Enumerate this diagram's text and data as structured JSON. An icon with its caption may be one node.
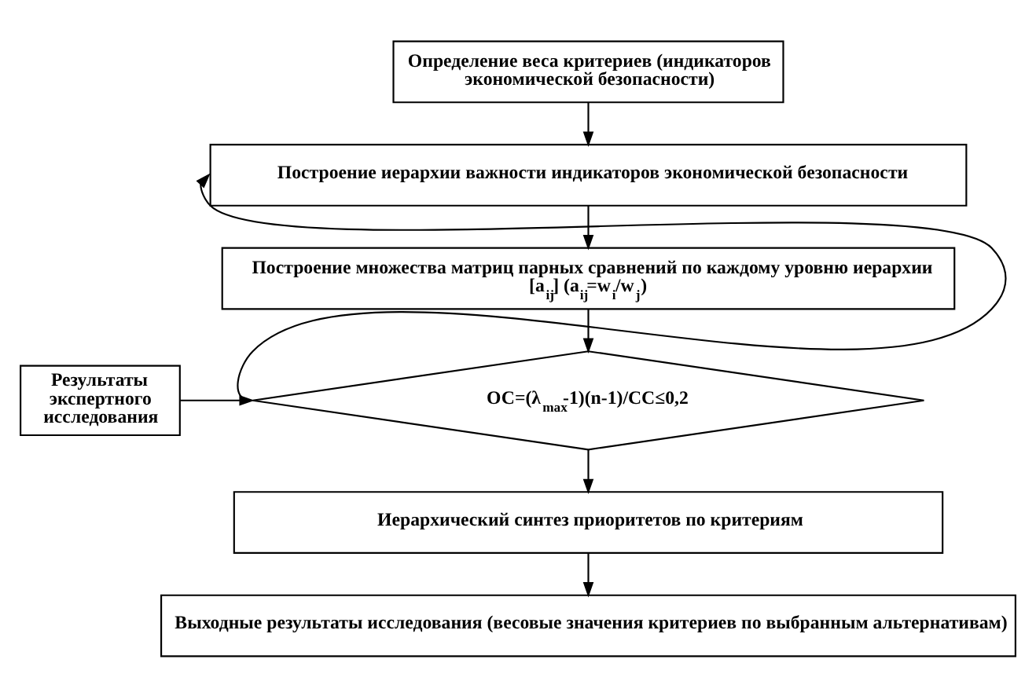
{
  "diagram": {
    "nodes": [
      {
        "text": [
          "Определение веса критериев (индикаторов экономической безопасности)"
        ]
      },
      {
        "text": [
          "Построение иерархии важности индикаторов экономической безопасности"
        ]
      },
      {
        "text": [
          "Построение множества матриц парных сравнений по каждому уровню иерархии [a$_{ij}$] (a$_{ij}$=w$_{i}$/w$_{j}$)"
        ]
      },
      {
        "text": [
          "ОС=(λ$_{max}$-1)(n-1)/СС≤0,2"
        ]
      },
      {
        "text": [
          "Результаты экспертного исследования"
        ]
      },
      {
        "text": [
          "Иерархический синтез приоритетов по критериям"
        ]
      },
      {
        "text": [
          "Выходные результаты исследования (весовые значения критериев по выбранным альтернативам)"
        ]
      }
    ],
    "edges": [
      {
        "from": 0,
        "to": 1,
        "arrow": "to"
      },
      {
        "from": 1,
        "to": 2,
        "arrow": "to"
      },
      {
        "from": 2,
        "to": 3,
        "arrow": "to"
      },
      {
        "from": 4,
        "to": 3,
        "arrow": "to"
      },
      {
        "from": 3,
        "to": 1,
        "arrow": "to"
      },
      {
        "from": 3,
        "to": 5,
        "arrow": "to"
      },
      {
        "from": 5,
        "to": 6,
        "arrow": "to"
      }
    ]
  }
}
